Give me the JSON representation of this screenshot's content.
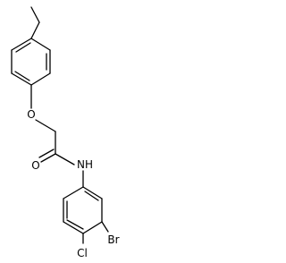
{
  "structure": {
    "atoms": {
      "oxygen_ether": "O",
      "oxygen_carbonyl": "O",
      "nitrogen": "NH",
      "bromine": "Br",
      "chlorine": "Cl"
    }
  },
  "colors": {
    "bond": "#000000",
    "label": "#000000",
    "background": "#ffffff"
  }
}
